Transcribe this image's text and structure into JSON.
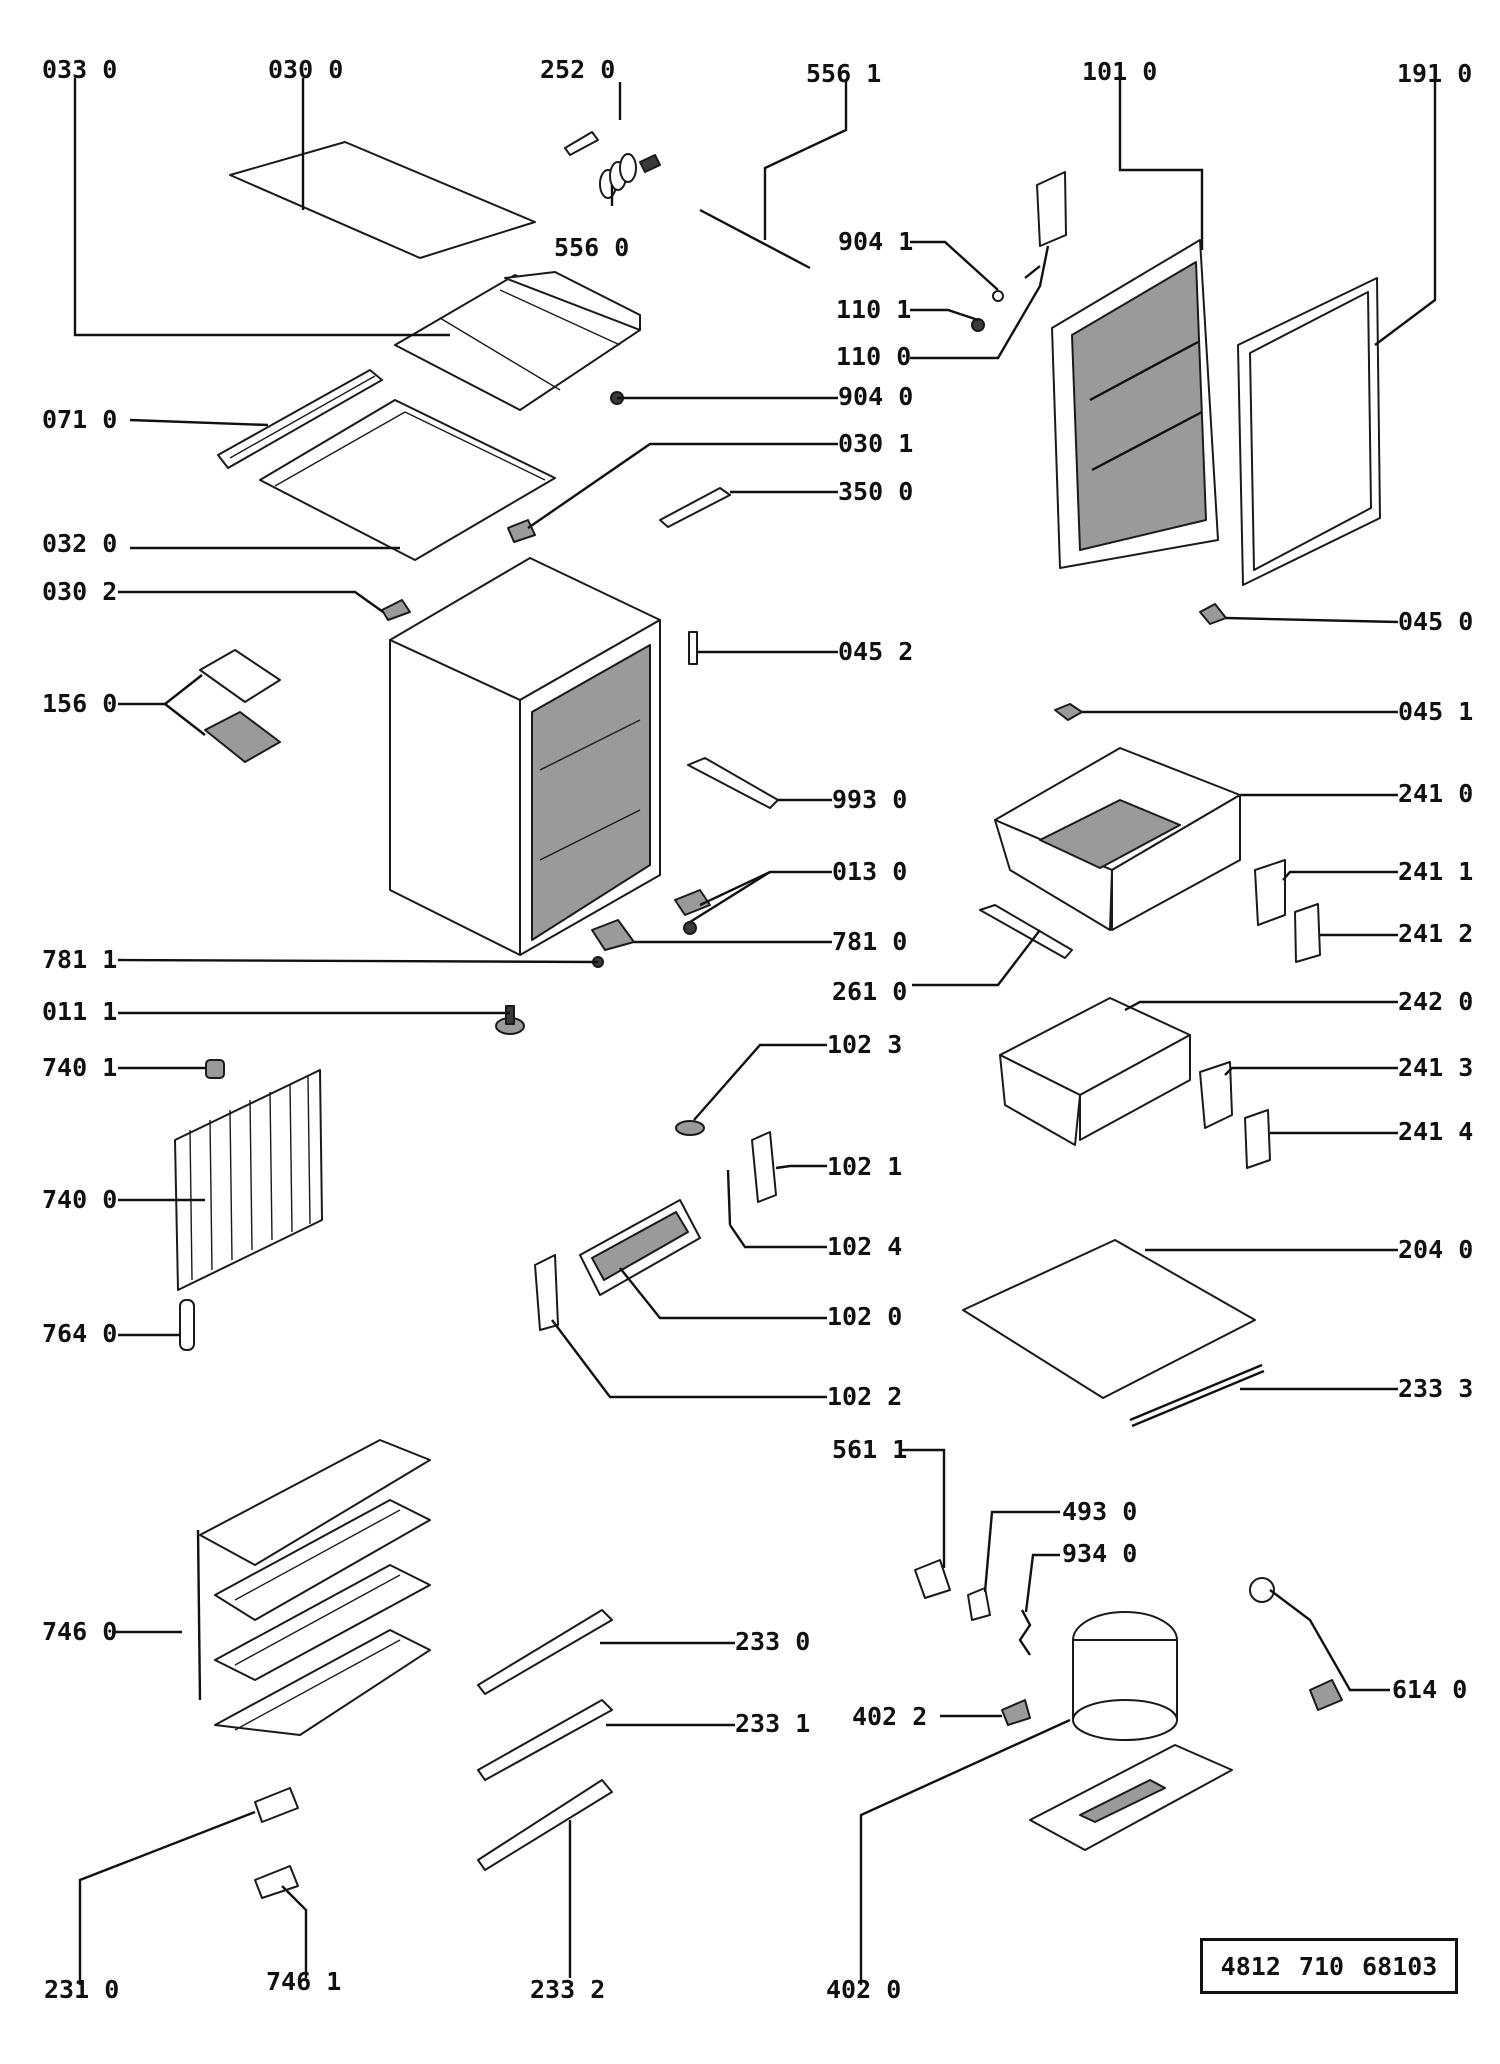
{
  "diagram": {
    "labels": [
      "033 0",
      "030  0",
      "252  0",
      "556  1",
      "101 0",
      "191 0",
      "556  0",
      "904 1",
      "110  1",
      "110 0",
      "904 0",
      "071 0",
      "030 1",
      "350 0",
      "032 0",
      "030  2",
      "045 0",
      "045 2",
      "156 0",
      "045 1",
      "993  0",
      "241 0",
      "013 0",
      "241 1",
      "781 0",
      "241 2",
      "781 1",
      "261  0",
      "011 1",
      "242 0",
      "102  3",
      "740 1",
      "241 3",
      "102 1",
      "241 4",
      "740 0",
      "102 4",
      "204 0",
      "102  0",
      "764 0",
      "102  2",
      "233  3",
      "561 1",
      "493  0",
      "934  0",
      "746 0",
      "233 0",
      "614 0",
      "402  2",
      "233 1",
      "231 0",
      "746  1",
      "233  2",
      "402  0"
    ],
    "reference_number": [
      "4812",
      "710",
      "68103"
    ]
  }
}
